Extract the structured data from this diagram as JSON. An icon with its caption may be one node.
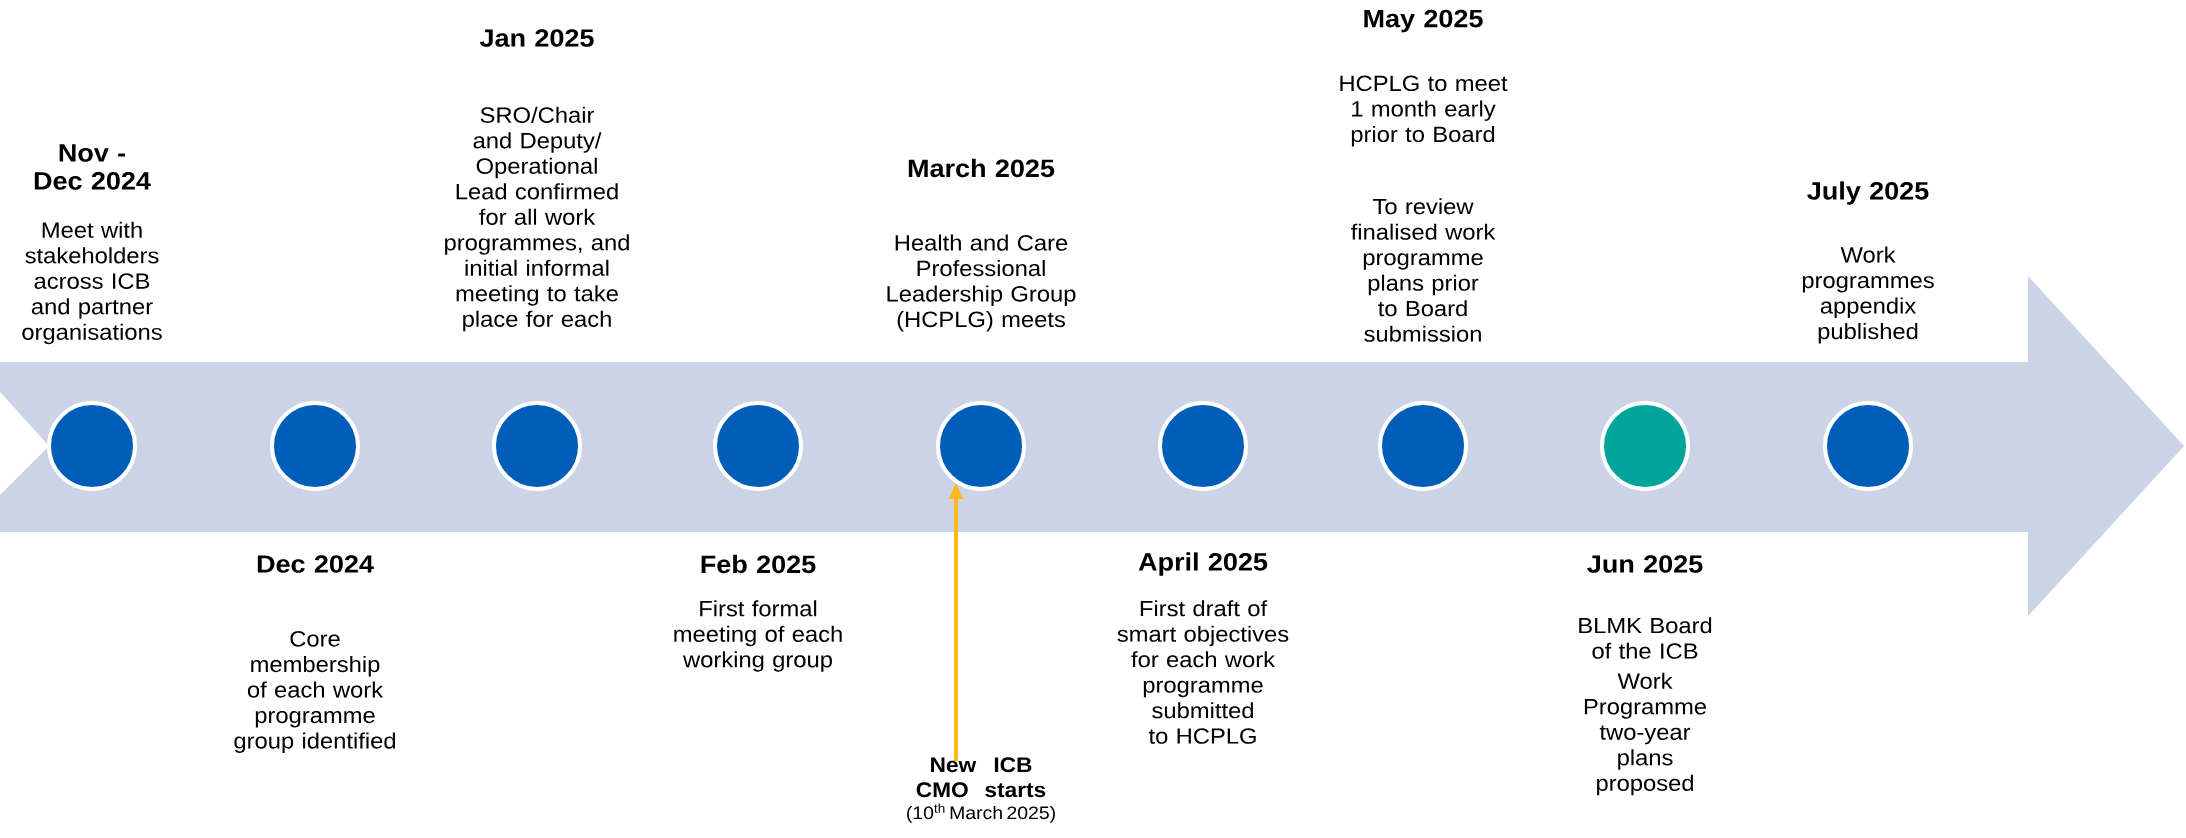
{
  "diagram": {
    "nodes": [
      {
        "text": [],
        "shape": "circle",
        "beside": [
          "Nov - Dec 2024",
          "Meet with stakeholders across ICB and partner organisations"
        ]
      },
      {
        "text": [],
        "shape": "circle",
        "beside": [
          "Dec 2024",
          "Core membership of each work programme group identified"
        ]
      },
      {
        "text": [],
        "shape": "circle",
        "beside": [
          "Jan 2025",
          "SRO/Chair and Deputy/ Operational Lead confirmed for all work programmes, and initial informal meeting to take place for each"
        ]
      },
      {
        "text": [],
        "shape": "circle",
        "beside": [
          "Feb 2025",
          "First formal meeting of each working group"
        ]
      },
      {
        "text": [],
        "shape": "circle",
        "beside": [
          "March 2025",
          "Health and Care Professional Leadership Group (HCPLG) meets"
        ]
      },
      {
        "text": [],
        "shape": "circle",
        "beside": [
          "April 2025",
          "First draft of smart objectives for each work programme submitted to HCPLG"
        ]
      },
      {
        "text": [],
        "shape": "circle",
        "beside": [
          "May 2025",
          "HCPLG to meet 1 month early prior to Board",
          "To review finalised work programme plans prior to Board submission"
        ]
      },
      {
        "text": [],
        "shape": "circle",
        "beside": [
          "Jun 2025",
          "BLMK Board of the ICB",
          "Work Programme two-year plans proposed"
        ]
      },
      {
        "text": [],
        "shape": "circle",
        "beside": [
          "July 2025",
          "Work programmes appendix published"
        ]
      },
      {
        "text": [
          "New ICB CMO starts",
          "(10$^{th}$ March 2025)"
        ]
      }
    ],
    "edges": [
      {
        "from": 9,
        "to": 4,
        "arrow": "to",
        "color": "#ffb81c"
      }
    ]
  }
}
